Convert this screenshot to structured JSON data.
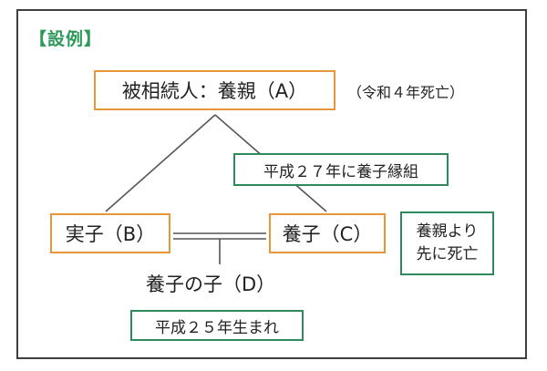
{
  "heading": "【設例】",
  "decedent": {
    "label": "被相続人：養親（A）",
    "note": "（令和４年死亡）"
  },
  "adoption_note": "平成２７年に養子縁組",
  "children": {
    "biological": "実子（B）",
    "adopted": "養子（C）",
    "adopted_note_line1": "養親より",
    "adopted_note_line2": "先に死亡"
  },
  "grandchild": {
    "label": "養子の子（D）",
    "note": "平成２５年生まれ"
  },
  "colors": {
    "heading": "#2e9a5a",
    "person_border": "#e8963a",
    "note_border": "#2e8a5c",
    "line": "#555555"
  }
}
